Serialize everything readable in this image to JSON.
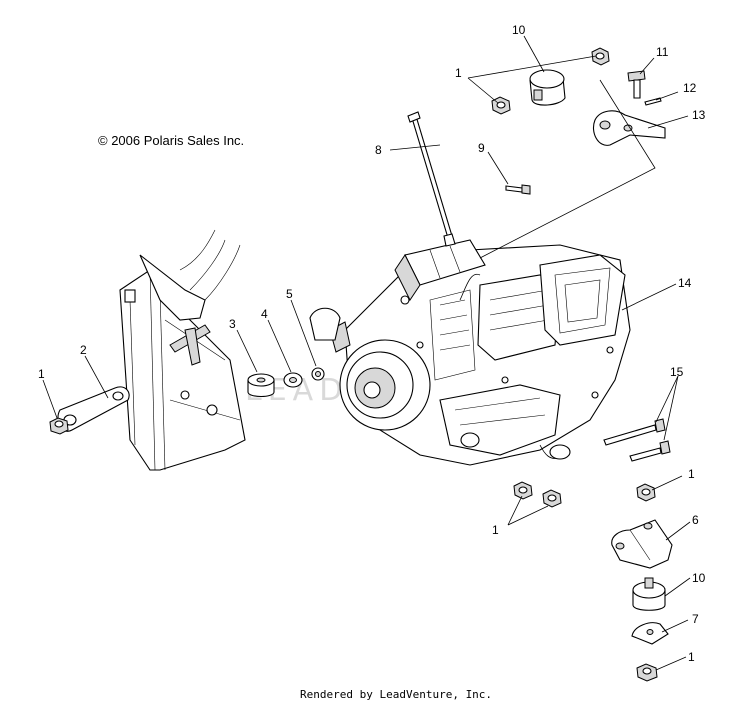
{
  "copyright": "© 2006 Polaris Sales Inc.",
  "footer": "Rendered by LeadVenture, Inc.",
  "watermark": "LEADVENTURE",
  "callouts": {
    "c1_top": "1",
    "c10_top": "10",
    "c11": "11",
    "c12": "12",
    "c13": "13",
    "c8": "8",
    "c9": "9",
    "c14": "14",
    "c5": "5",
    "c4": "4",
    "c3": "3",
    "c2": "2",
    "c1_left": "1",
    "c15": "15",
    "c1_mid": "1",
    "c1_right": "1",
    "c6": "6",
    "c10_bottom": "10",
    "c7": "7",
    "c1_bottom": "1"
  }
}
